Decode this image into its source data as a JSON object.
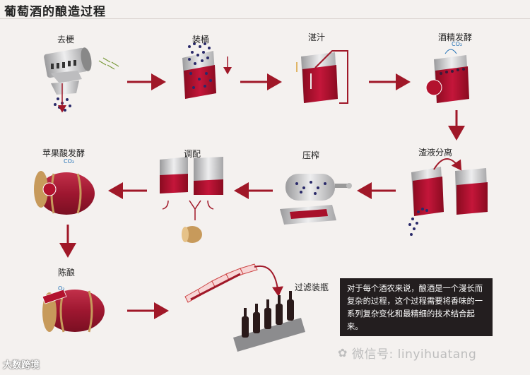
{
  "title": "葡萄酒的酿造过程",
  "steps": {
    "destem": "去梗",
    "fill": "装桶",
    "soak": "湛汁",
    "ferment": "酒精发酵",
    "separate": "渣液分离",
    "press": "压榨",
    "blend": "调配",
    "malo": "苹果酸发酵",
    "age": "陈酿",
    "bottle": "过滤装瓶"
  },
  "co2_label": "CO₂",
  "o2_label": "O₂",
  "note": "对于每个酒农来说，酿酒是一个漫长而复杂的过程，这个过程需要将香味的一系列复杂变化和最精细的技术结合起来。",
  "watermark": {
    "icon": "wechat-icon",
    "text": "微信号: linyihuatang"
  },
  "logo": "大数跨境",
  "colors": {
    "wine": "#a8102a",
    "arrow": "#a01828",
    "steel": "#c9c9cb",
    "wood": "#c79a5b",
    "background": "#f4f1ef"
  }
}
